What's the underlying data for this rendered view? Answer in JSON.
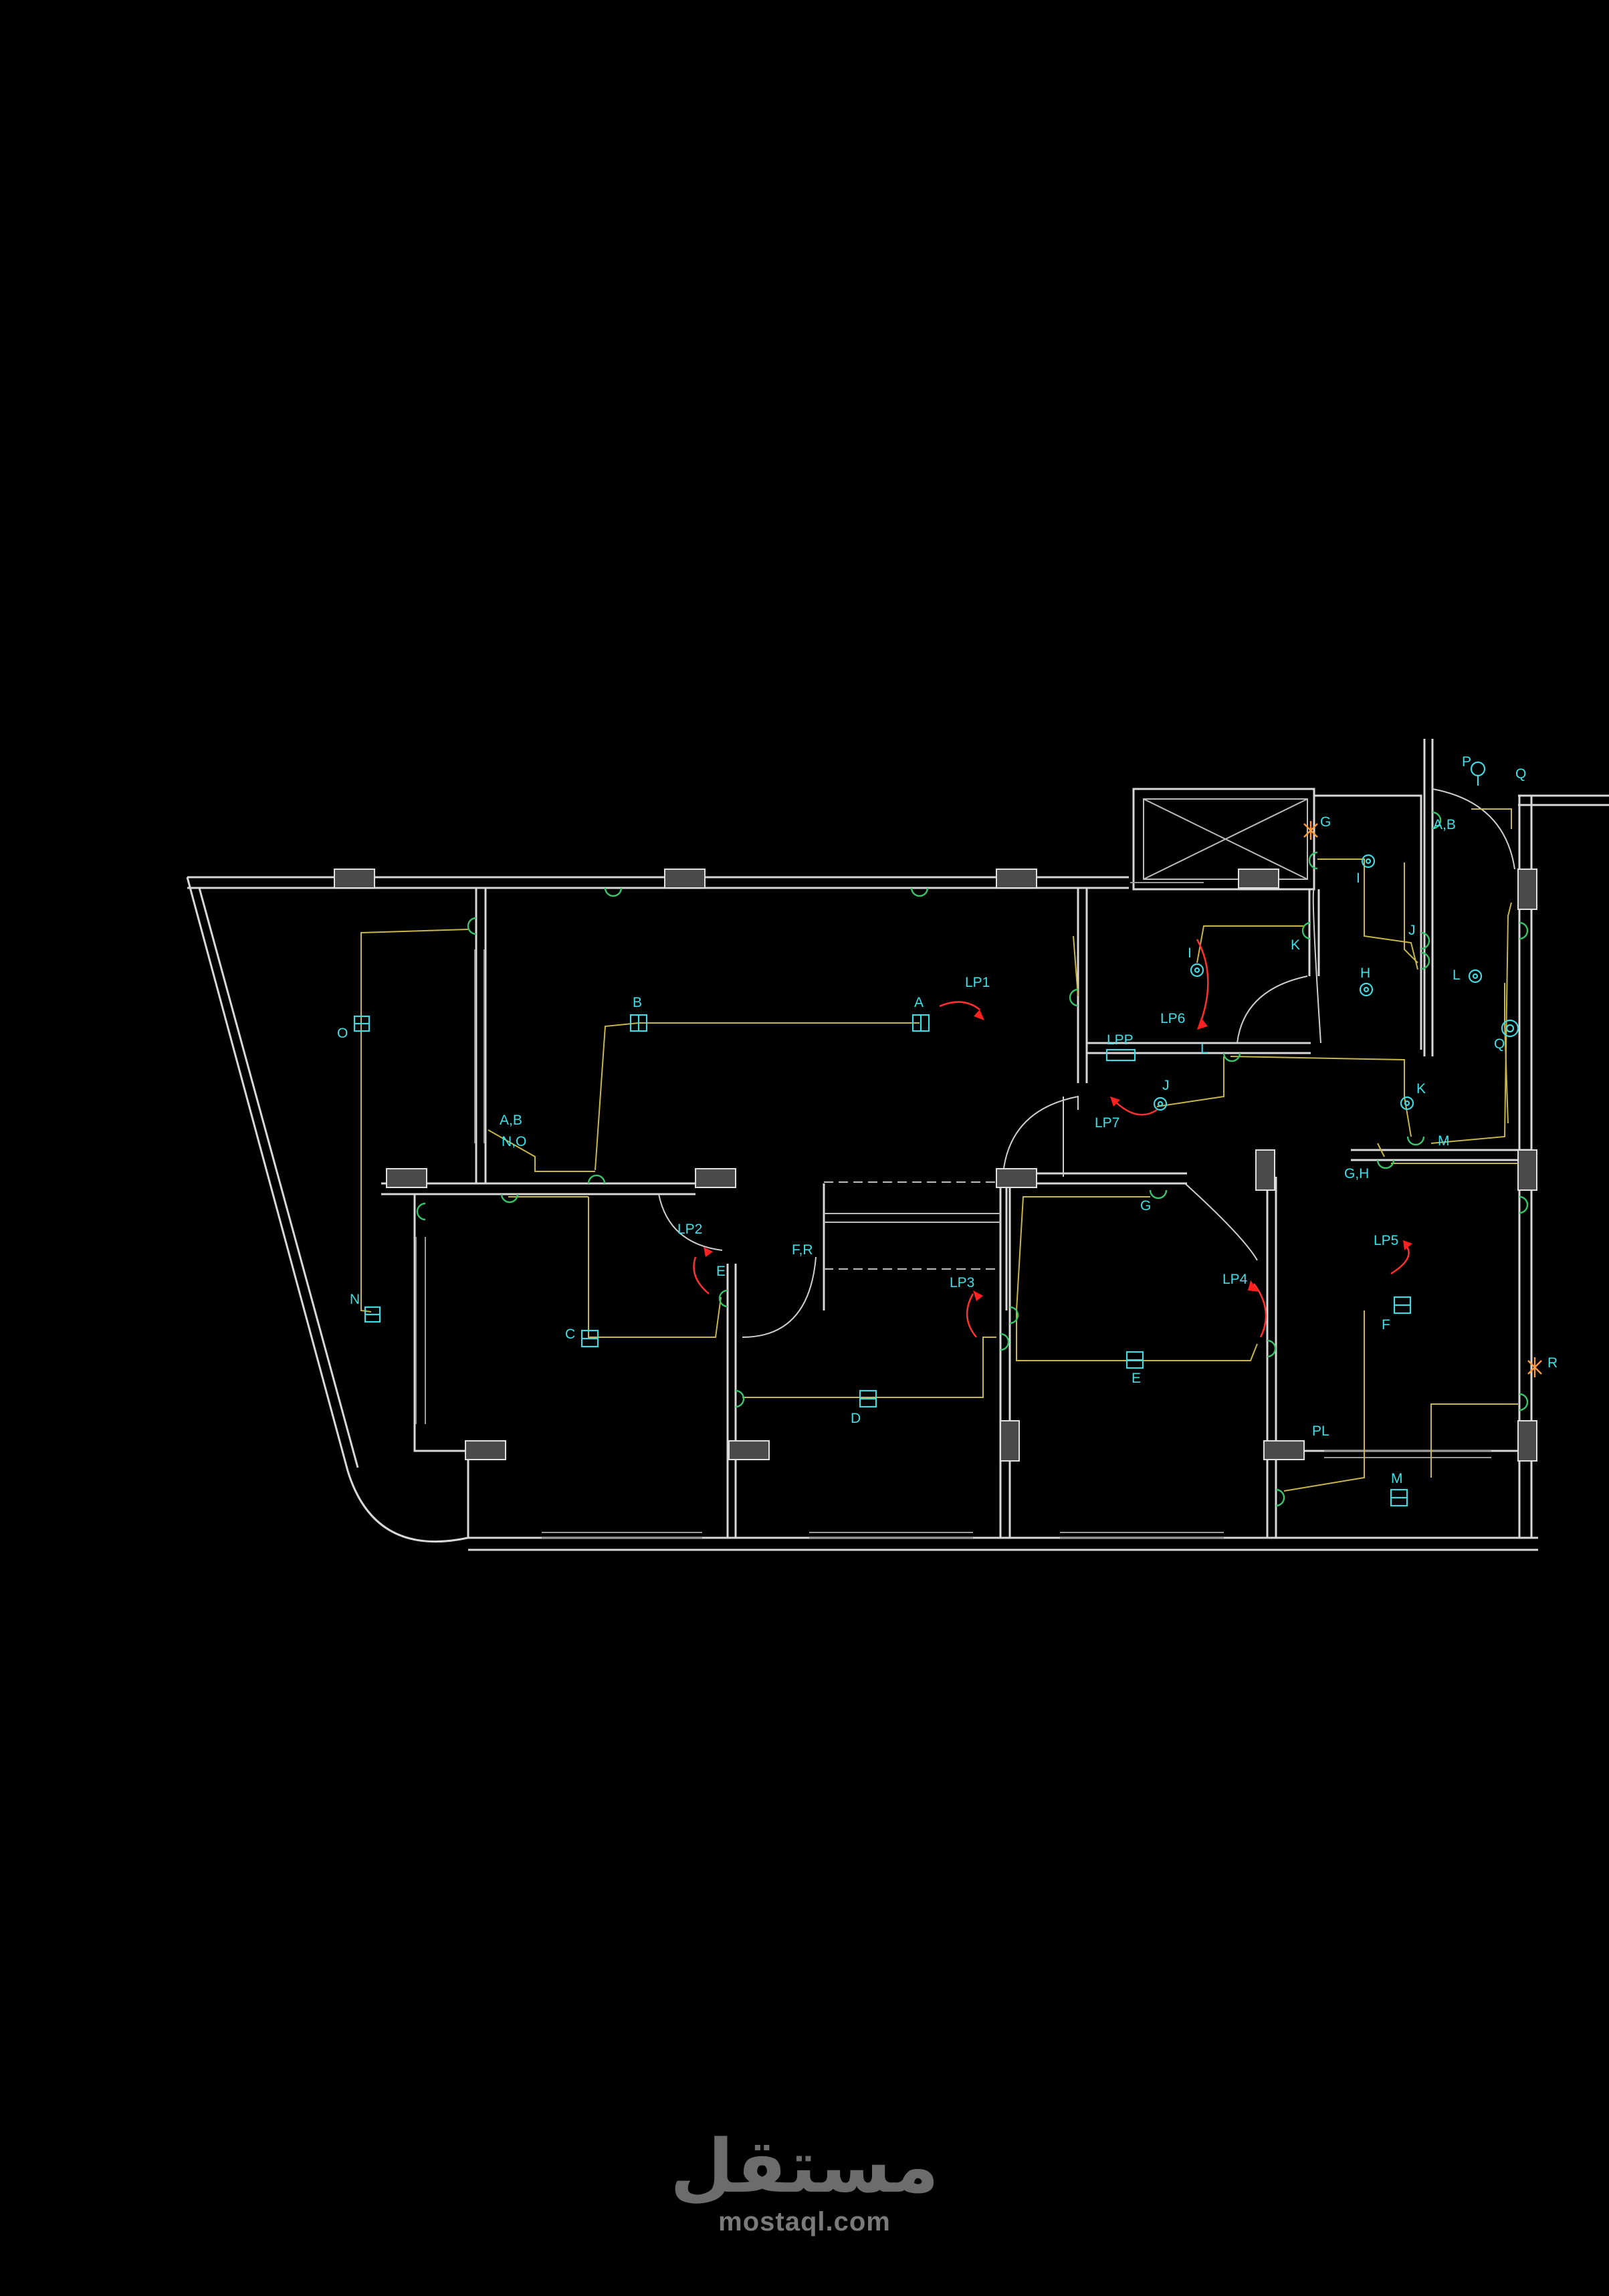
{
  "plan": {
    "panel_labels": [
      "LP1",
      "LP2",
      "LP3",
      "LP4",
      "LP5",
      "LP6",
      "LP7",
      "LPP"
    ],
    "fixture_labels": [
      "A",
      "B",
      "C",
      "D",
      "E",
      "F",
      "G",
      "H",
      "I",
      "J",
      "K",
      "L",
      "M",
      "N",
      "O",
      "P",
      "Q",
      "R"
    ],
    "switch_labels": [
      "A,B",
      "N,O",
      "C",
      "D",
      "E",
      "F,R",
      "G",
      "G,H",
      "I",
      "J",
      "K",
      "L",
      "M",
      "PL",
      "A,B"
    ],
    "colors": {
      "background": "#000000",
      "walls": "#d8d8d8",
      "wiring": "#c9b64a",
      "fixtures": "#43d9e0",
      "switches": "#39c46a",
      "home_runs": "#ff3030",
      "spot_fixtures": "#ff9a3c"
    }
  },
  "watermark": {
    "logo": "مستقل",
    "url": "mostaql.com"
  }
}
